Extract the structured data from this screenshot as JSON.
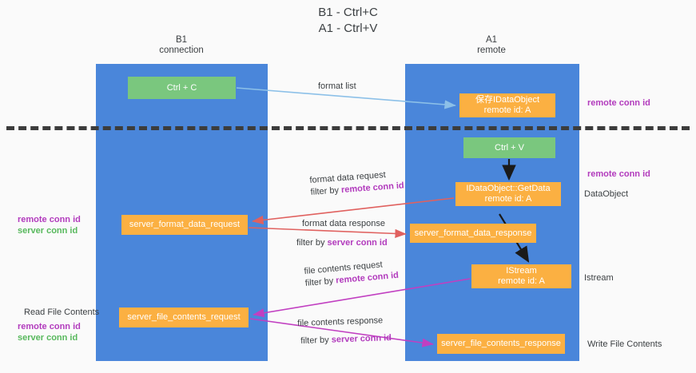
{
  "title": {
    "line1": "B1 - Ctrl+C",
    "line2": "A1 - Ctrl+V"
  },
  "columns": {
    "b1": {
      "name": "B1",
      "role": "connection"
    },
    "a1": {
      "name": "A1",
      "role": "remote"
    }
  },
  "boxes": {
    "ctrl_c": "Ctrl + C",
    "save_idataobject_line1": "保存IDataObject",
    "save_idataobject_line2": "remote id: A",
    "ctrl_v": "Ctrl + V",
    "getdata_line1": "IDataObject::GetData",
    "getdata_line2": "remote id: A",
    "server_format_data_request": "server_format_data_request",
    "server_format_data_response": "server_format_data_response",
    "istream_line1": "IStream",
    "istream_line2": "remote id: A",
    "server_file_contents_request": "server_file_contents_request",
    "server_file_contents_response": "server_file_contents_response"
  },
  "edge_labels": {
    "format_list": "format list",
    "format_data_request": "format data request",
    "format_data_request_filter_prefix": "filter by ",
    "format_data_request_filter_key": "remote conn id",
    "format_data_response": "format data response",
    "format_data_response_filter_prefix": "filter by ",
    "format_data_response_filter_key": "server conn id",
    "file_contents_request": "file contents request",
    "file_contents_request_filter_prefix": "filter by ",
    "file_contents_request_filter_key": "remote conn id",
    "file_contents_response": "file contents response",
    "file_contents_response_filter_prefix": "filter by ",
    "file_contents_response_filter_key": "server conn id"
  },
  "annotations": {
    "right_remote_conn_id_top": "remote conn id",
    "right_remote_conn_id_mid": "remote conn id",
    "right_dataobject": "DataObject",
    "right_istream": "Istream",
    "right_write_file_contents": "Write File Contents",
    "left_remote_conn_id": "remote conn id",
    "left_server_conn_id": "server conn id",
    "left_read_file_contents": "Read File Contents",
    "left_remote_conn_id_2": "remote conn id",
    "left_server_conn_id_2": "server conn id"
  },
  "colors": {
    "column_blue": "#4a86da",
    "box_green": "#7ac77e",
    "box_orange": "#fbb042",
    "accent_purple": "#b23bbd",
    "accent_green": "#57b85c",
    "arrow_lightblue": "#8cc0e8",
    "arrow_red": "#e0615f",
    "arrow_magenta": "#c13fc1",
    "arrow_black": "#1a1a1a",
    "divider_black": "#3c3c3c",
    "background": "#fafafa"
  }
}
